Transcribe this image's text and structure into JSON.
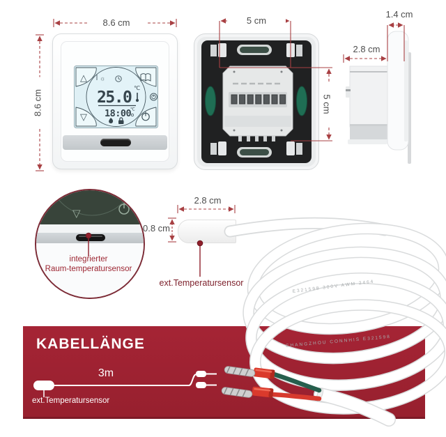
{
  "product": {
    "front": {
      "dim_width": "8.6 cm",
      "dim_height": "8.6 cm",
      "display": {
        "temp": "25.0",
        "temp_unit": "℃",
        "time": "18:00",
        "time_unit": "℃"
      },
      "icons": {
        "up": "△",
        "down": "▽",
        "sun": "☼"
      }
    },
    "back": {
      "dim_width": "5 cm",
      "dim_height": "5 cm"
    },
    "side": {
      "dim_front_depth": "1.4 cm",
      "dim_back_depth": "2.8 cm"
    }
  },
  "sensors": {
    "internal": {
      "label_line1": "integrierter",
      "label_line2": "Raum-temperatursensor"
    },
    "external": {
      "dim_width": "2.8 cm",
      "dim_height": "0.8 cm",
      "label": "ext.Temperatursensor"
    }
  },
  "banner": {
    "title": "KABELLÄNGE",
    "cable_length": "3m",
    "sensor_label": "ext.Temperatursensor"
  },
  "cable": {
    "print1": "E321598  300V  AWM 2464",
    "print2": "CHANGZHOU  CONNHIS  E321598"
  },
  "colors": {
    "accent_red": "#a84043",
    "banner_bg": "#a02232",
    "label_red": "#9c2531",
    "lcd_bg": "#dff0f5",
    "lcd_ink": "#36454d"
  }
}
